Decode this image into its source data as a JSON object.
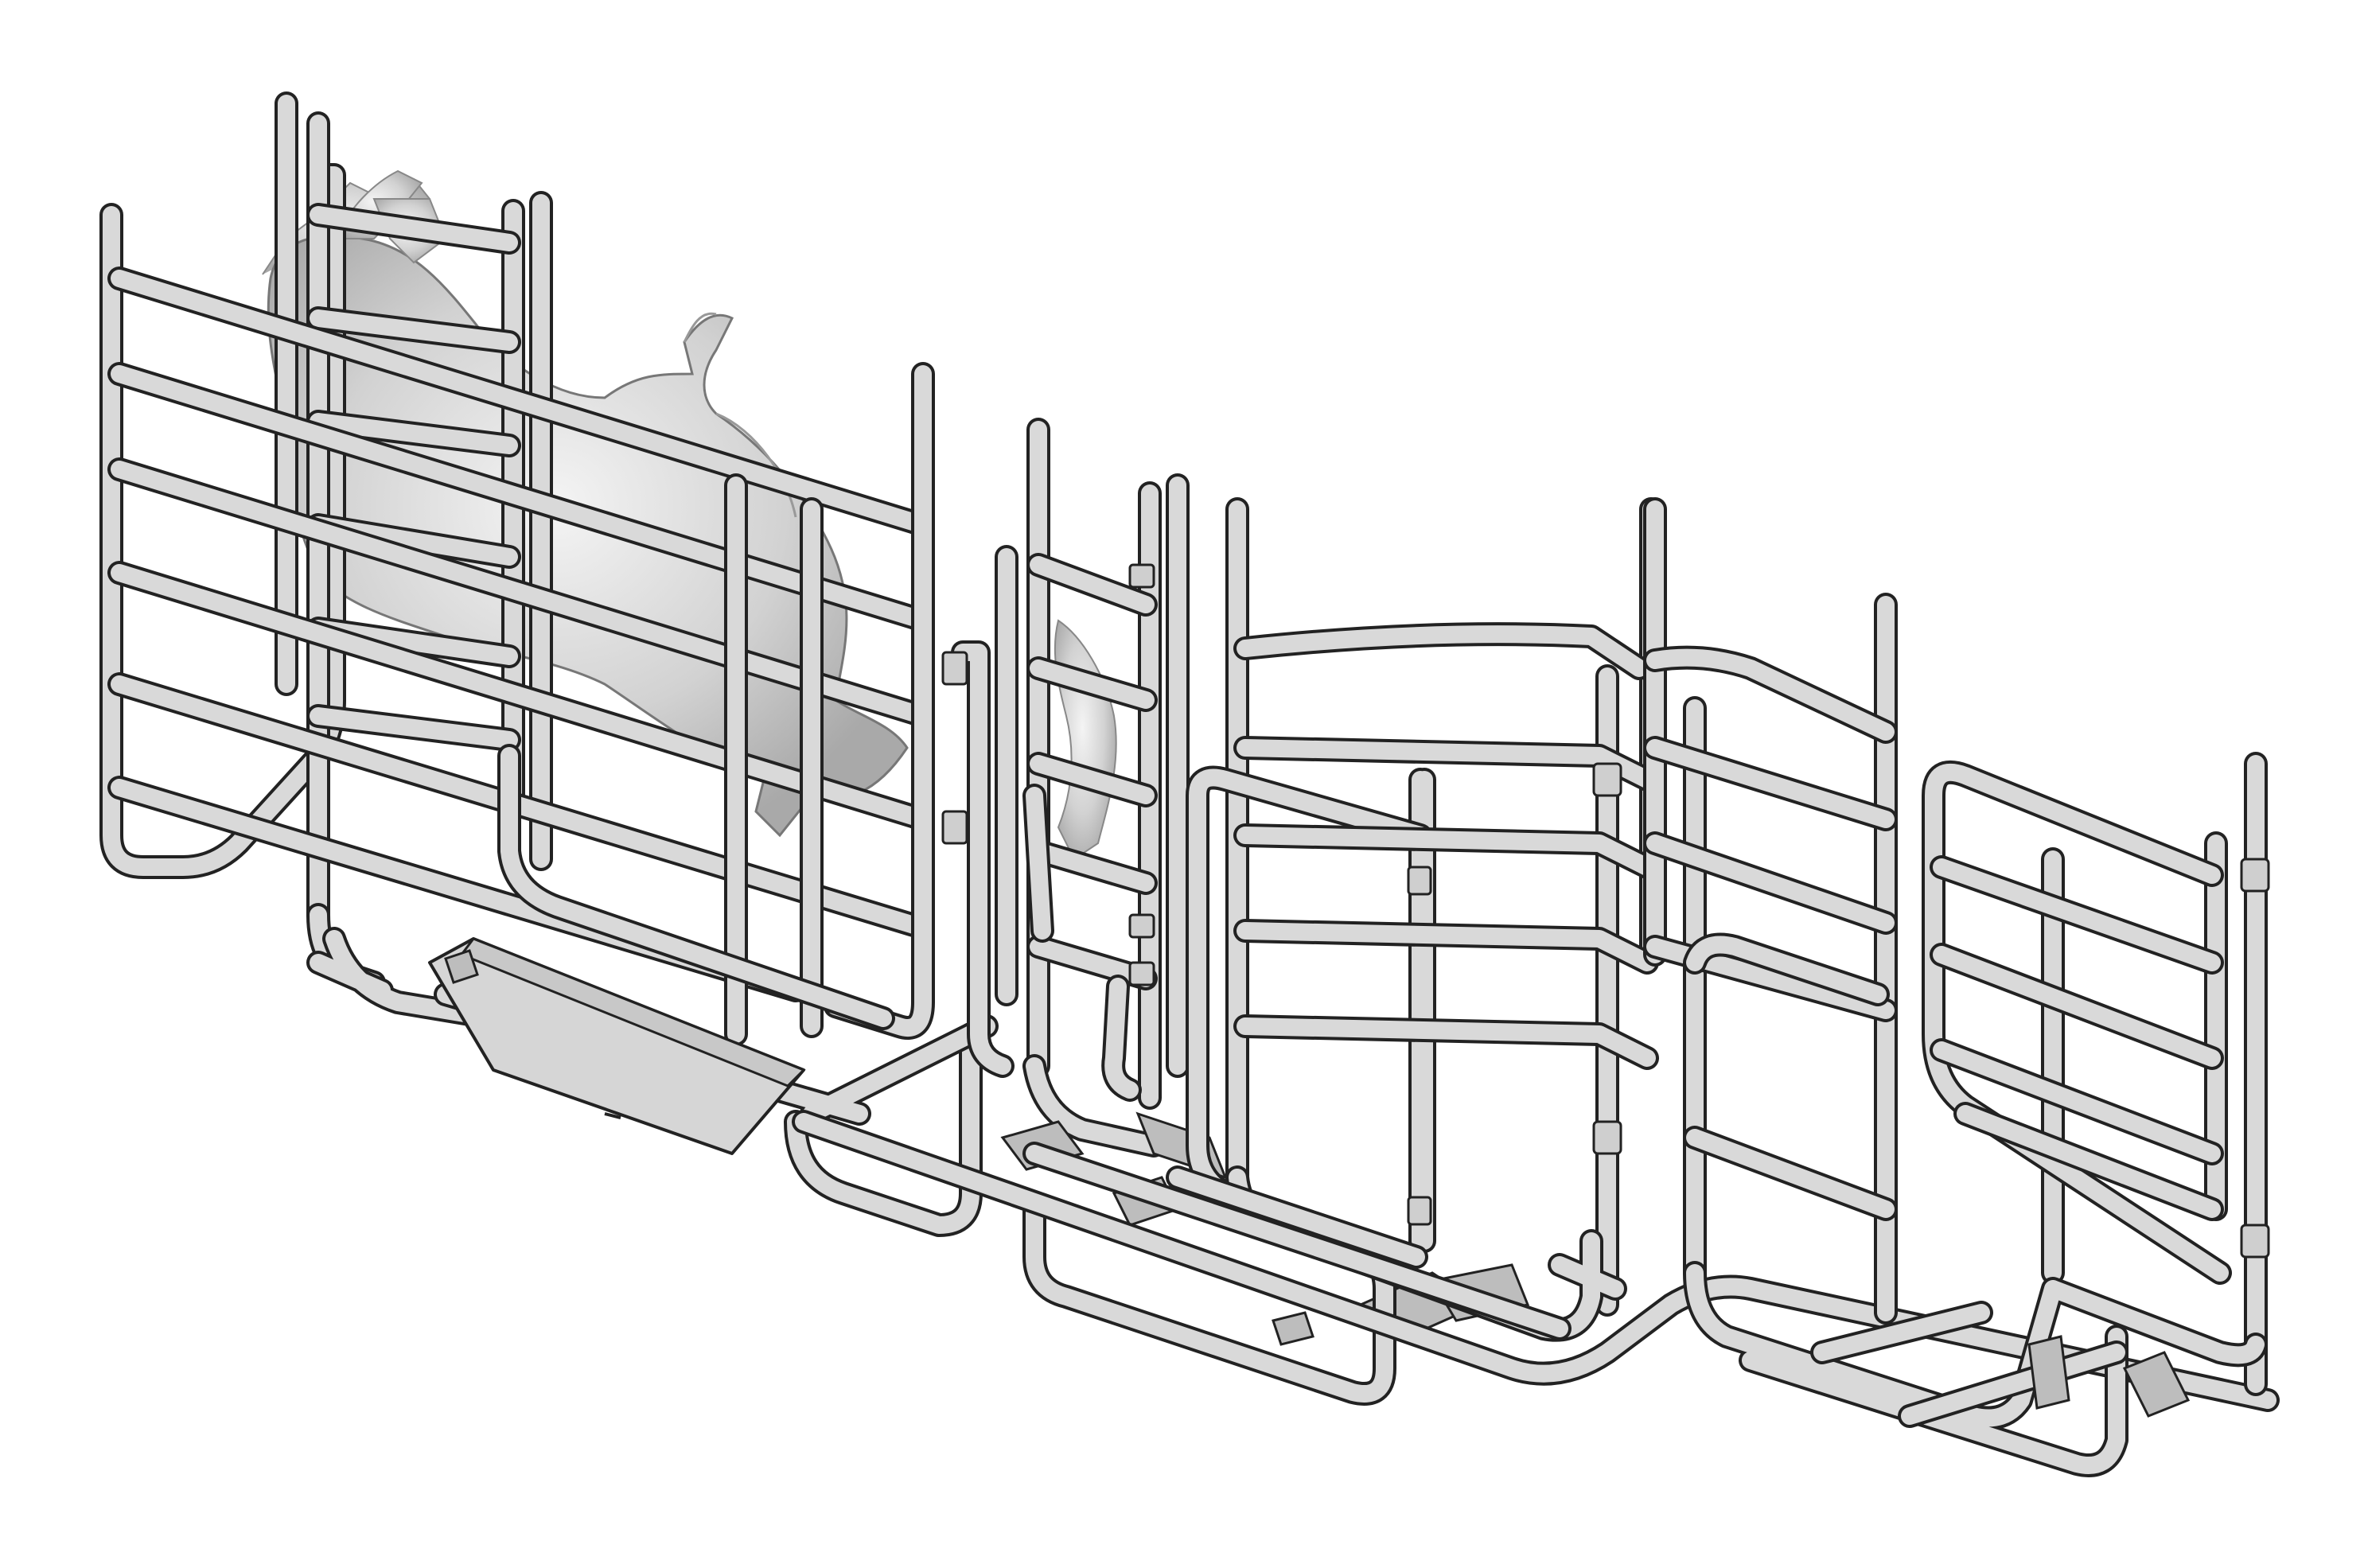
{
  "figure": {
    "subject": "livestock-handling-crates-isometric-line-drawing",
    "colors": {
      "background": "#ffffff",
      "tube_outline": "#222222",
      "tube_fill": "#d9d9d9",
      "animal_fill": "#bcbcbc",
      "trough_fill": "#d6d6d6"
    },
    "parts": [
      "left-pen",
      "animal",
      "feed-trough",
      "sliding-gate",
      "middle-pen",
      "right-pen"
    ]
  }
}
